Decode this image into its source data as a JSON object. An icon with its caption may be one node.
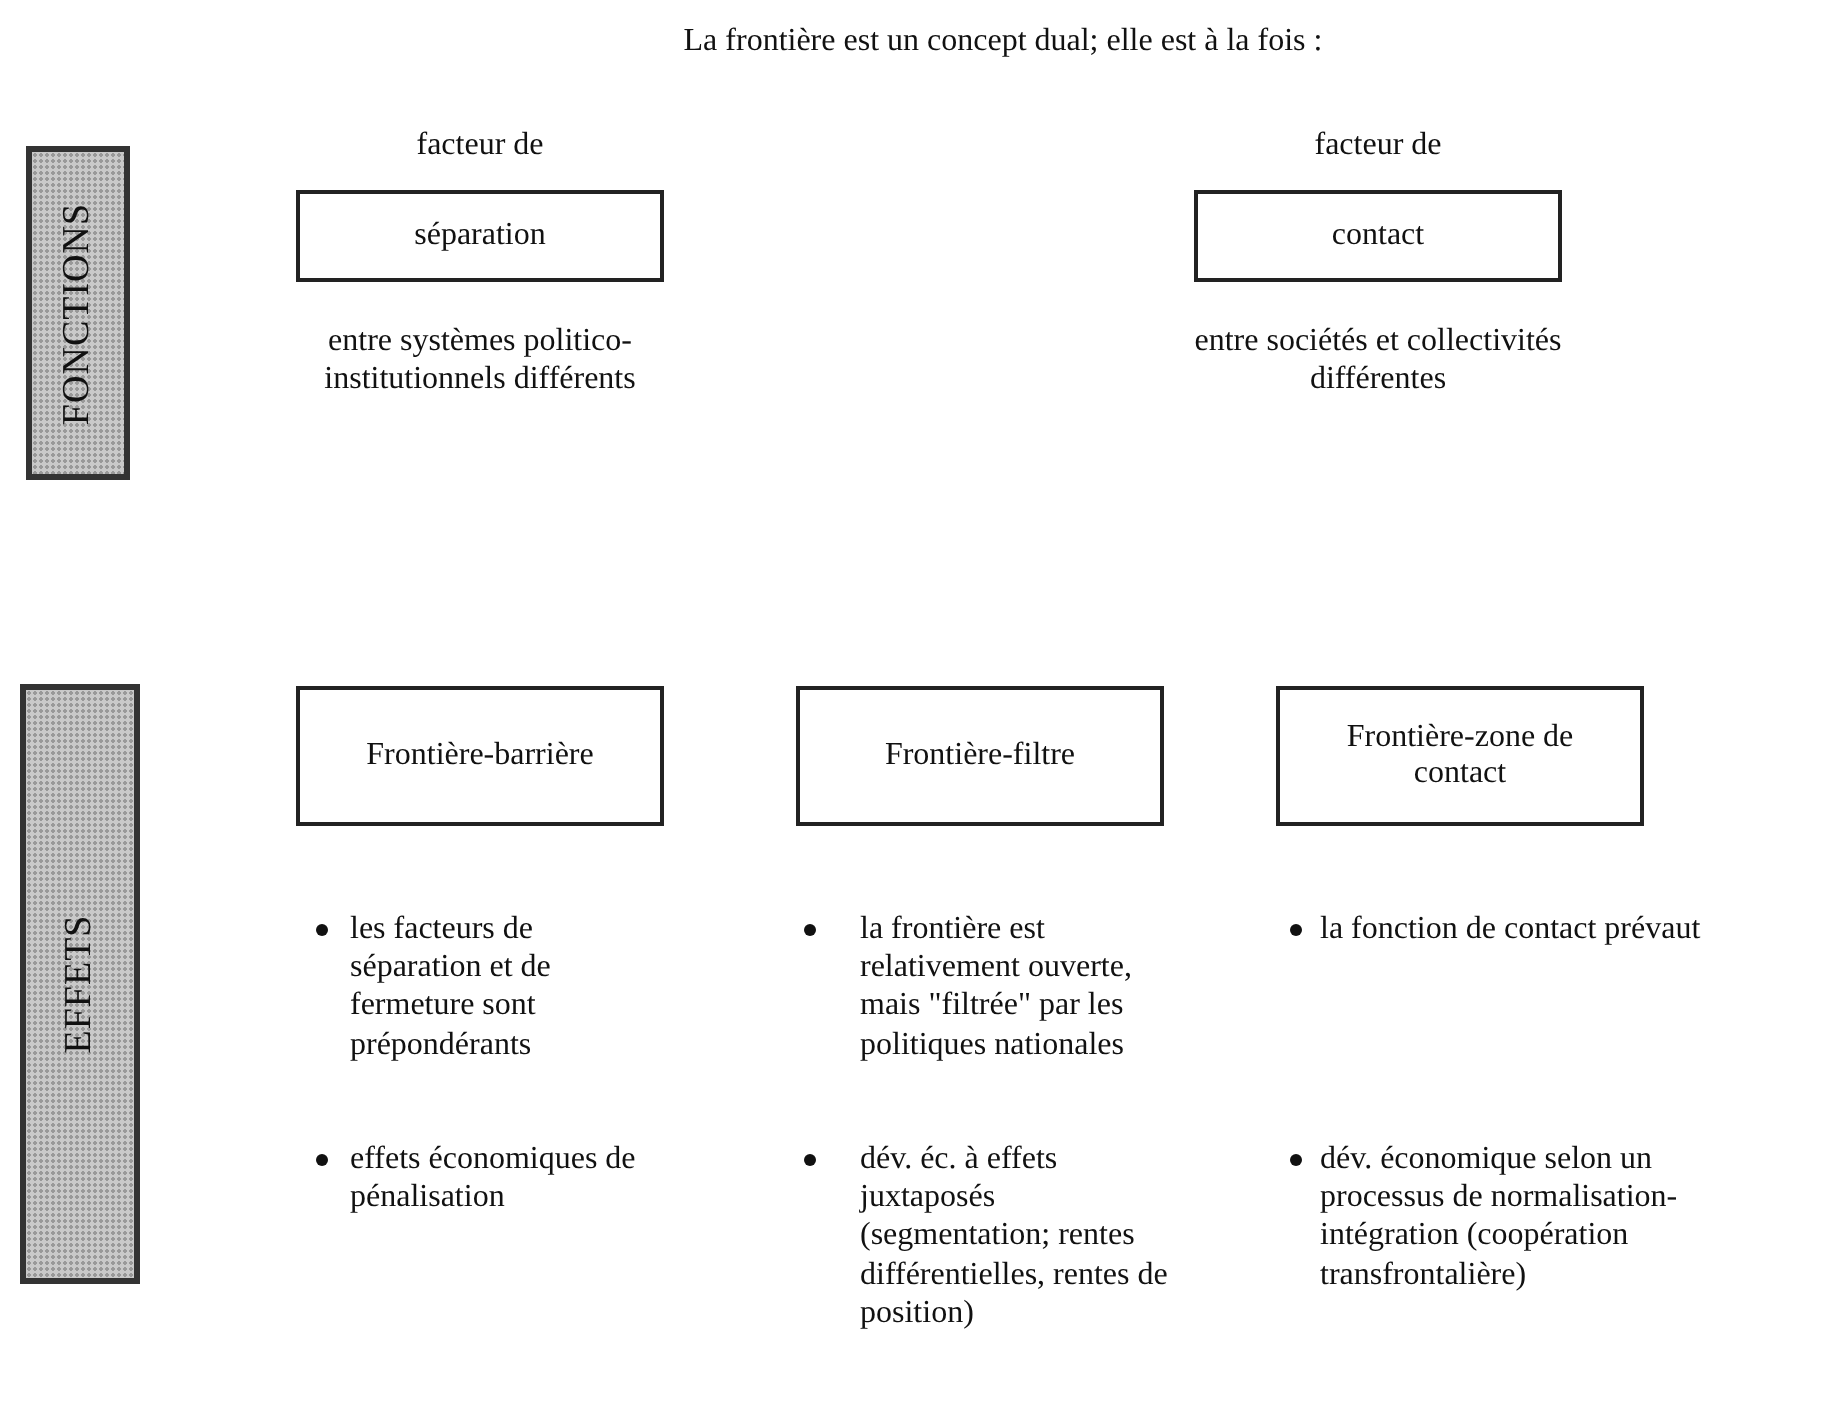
{
  "diagram": {
    "title": "La frontière est un concept dual; elle est à la fois :",
    "nodes": [
      {
        "text": [
          "FONCTIONS"
        ]
      },
      {
        "text": [
          "séparation"
        ],
        "beside": [
          "facteur de",
          "entre systèmes politico-institutionnels différents"
        ]
      },
      {
        "text": [
          "contact"
        ],
        "beside": [
          "facteur de",
          "entre sociétés et collectivités différentes"
        ]
      },
      {
        "text": [
          "EFFETS"
        ]
      },
      {
        "text": [
          "Frontière-barrière"
        ]
      },
      {
        "text": [
          "Frontière-filtre"
        ]
      },
      {
        "text": [
          "Frontière-zone de contact"
        ]
      }
    ],
    "labels": [
      "les facteurs de séparation et de fermeture sont prépondérants",
      "la frontière est relativement ouverte, mais \"filtrée\" par les politiques nationales",
      "la fonction de contact prévaut",
      "effets économiques de pénalisation",
      "dév. éc. à effets juxtaposés (segmentation; rentes différentielles, rentes de position)",
      "dév. économique selon un processus de normalisation-intégration (coopération transfrontalière)"
    ]
  }
}
